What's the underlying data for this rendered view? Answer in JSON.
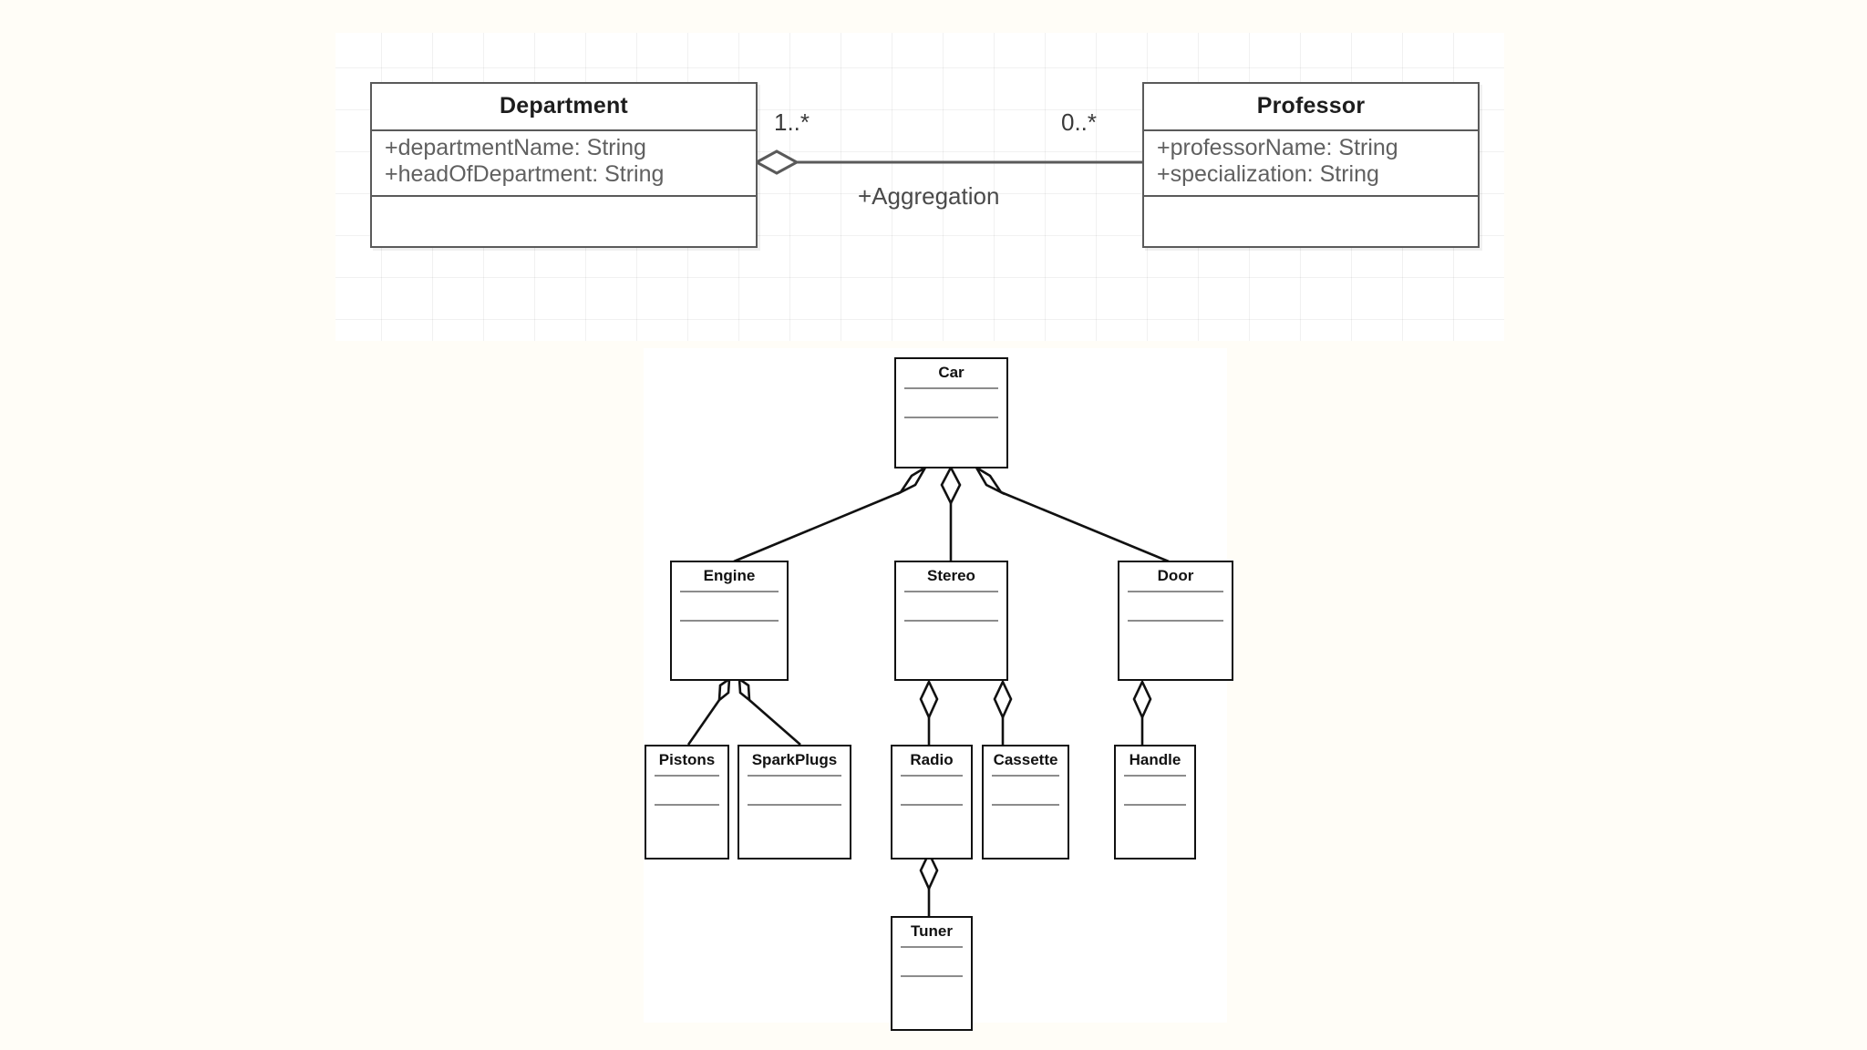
{
  "diagram_top": {
    "name": "aggregation-association-diagram",
    "classes": [
      {
        "id": "department",
        "title": "Department",
        "attributes": [
          "+departmentName: String",
          "+headOfDepartment: String"
        ],
        "operations": []
      },
      {
        "id": "professor",
        "title": "Professor",
        "attributes": [
          "+professorName: String",
          "+specialization: String"
        ],
        "operations": []
      }
    ],
    "relationship": {
      "kind": "aggregation",
      "label": "+Aggregation",
      "source_multiplicity": "1..*",
      "target_multiplicity": "0..*",
      "diamond_end": "department"
    }
  },
  "diagram_bottom": {
    "name": "car-composition-hierarchy",
    "classes": [
      {
        "id": "car",
        "title": "Car"
      },
      {
        "id": "engine",
        "title": "Engine"
      },
      {
        "id": "stereo",
        "title": "Stereo"
      },
      {
        "id": "door",
        "title": "Door"
      },
      {
        "id": "pistons",
        "title": "Pistons"
      },
      {
        "id": "sparkplugs",
        "title": "SparkPlugs"
      },
      {
        "id": "radio",
        "title": "Radio"
      },
      {
        "id": "cassette",
        "title": "Cassette"
      },
      {
        "id": "handle",
        "title": "Handle"
      },
      {
        "id": "tuner",
        "title": "Tuner"
      }
    ],
    "relationships": [
      {
        "from": "car",
        "to": "engine",
        "kind": "aggregation"
      },
      {
        "from": "car",
        "to": "stereo",
        "kind": "aggregation"
      },
      {
        "from": "car",
        "to": "door",
        "kind": "aggregation"
      },
      {
        "from": "engine",
        "to": "pistons",
        "kind": "aggregation"
      },
      {
        "from": "engine",
        "to": "sparkplugs",
        "kind": "aggregation"
      },
      {
        "from": "stereo",
        "to": "radio",
        "kind": "aggregation"
      },
      {
        "from": "stereo",
        "to": "cassette",
        "kind": "aggregation"
      },
      {
        "from": "door",
        "to": "handle",
        "kind": "aggregation"
      },
      {
        "from": "radio",
        "to": "tuner",
        "kind": "aggregation"
      }
    ]
  },
  "colors": {
    "page_background": "#fffdf7",
    "canvas_background": "#ffffff",
    "top_border": "#5a5a5a",
    "top_title_text": "#1d1d1d",
    "top_attr_text": "#606060",
    "bottom_border": "#111111",
    "bottom_separator": "#8c8c8c",
    "grid_line": "rgba(0,0,0,0.055)"
  }
}
